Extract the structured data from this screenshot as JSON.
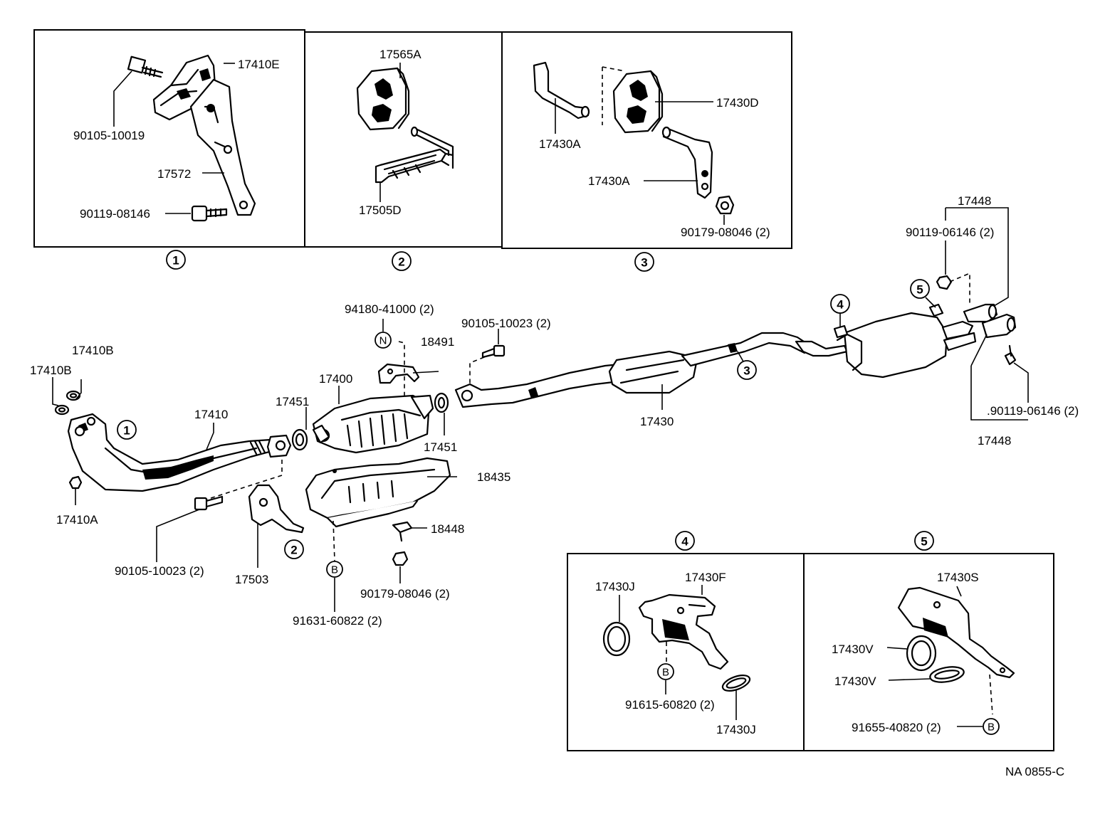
{
  "callouts": {
    "c1": "1",
    "c2": "2",
    "c3": "3",
    "c4": "4",
    "c5": "5"
  },
  "letters": {
    "n": "N",
    "b": "B"
  },
  "labels": {
    "box1_17410e": "17410E",
    "box1_90105_10019": "90105-10019",
    "box1_17572": "17572",
    "box1_90119_08146": "90119-08146",
    "box2_17565a": "17565A",
    "box2_17505d": "17505D",
    "box3_17430d": "17430D",
    "box3_17430a_top": "17430A",
    "box3_17430a_bottom": "17430A",
    "box3_90179_08046": "90179-08046 (2)",
    "m_17448_top": "17448",
    "m_90119_06146_top": "90119-06146 (2)",
    "m_94180_41000": "94180-41000 (2)",
    "m_90105_10023_top": "90105-10023 (2)",
    "m_18491": "18491",
    "m_17410b_a": "17410B",
    "m_17410b_b": "17410B",
    "m_17400": "17400",
    "m_17451_left": "17451",
    "m_17410": "17410",
    "m_17451_right": "17451",
    "m_17430": "17430",
    "m_90119_06146_right": ".90119-06146 (2)",
    "m_17448_bottom": "17448",
    "m_18435": "18435",
    "m_17410a": "17410A",
    "m_18448": "18448",
    "m_90105_10023_bottom": "90105-10023 (2)",
    "m_17503": "17503",
    "m_90179_08046_bottom": "90179-08046 (2)",
    "m_91631_60822": "91631-60822 (2)",
    "box4_17430j_top": "17430J",
    "box4_17430f": "17430F",
    "box4_91615_60820": "91615-60820 (2)",
    "box4_17430j_bottom": "17430J",
    "box5_17430s": "17430S",
    "box5_17430v_a": "17430V",
    "box5_17430v_b": "17430V",
    "box5_91655_40820": "91655-40820 (2)",
    "figure_id": "NA 0855-C"
  }
}
